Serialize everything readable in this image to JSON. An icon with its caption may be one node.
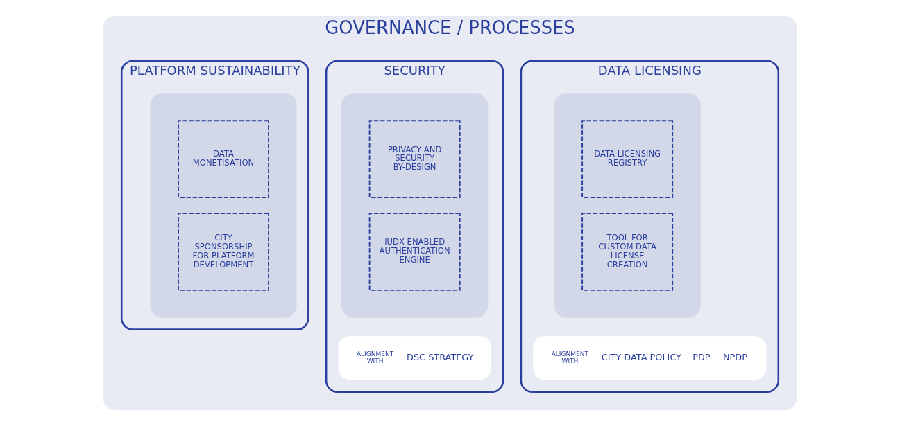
{
  "diagram": {
    "nodes": [
      {
        "text": [
          "GOVERNANCE / PROCESSES"
        ]
      },
      {
        "text": [
          "DATA LICENSING"
        ],
        "in": 0
      },
      {
        "text": [],
        "shape": "box",
        "in": 1
      },
      {
        "text": [
          "DATA LICENSING REGISTRY"
        ],
        "in": 2
      },
      {
        "text": [
          "TOOL FOR CUSTOM DATA LICENSE CREATION"
        ],
        "in": 2
      },
      {
        "text": [
          "ALIGNMENT WITH",
          "CITY DATA POLICY",
          "PDP",
          "NPDP"
        ],
        "in": 1
      },
      {
        "text": [
          "SECURITY"
        ],
        "in": 0
      },
      {
        "text": [],
        "shape": "box",
        "in": 6
      },
      {
        "text": [
          "PRIVACY AND SECURITY BY-DESIGN"
        ],
        "in": 7
      },
      {
        "text": [
          "IUDX ENABLED AUTHENTICATION ENGINE"
        ],
        "in": 7
      },
      {
        "text": [
          "ALIGNMENT WITH",
          "DSC STRATEGY"
        ],
        "in": 6
      },
      {
        "text": [
          "PLATFORM SUSTAINABILITY"
        ],
        "in": 0
      },
      {
        "text": [],
        "shape": "box",
        "in": 11
      },
      {
        "text": [
          "DATA MONETISATION"
        ],
        "in": 12
      },
      {
        "text": [
          "CITY SPONSORSHIP FOR PLATFORM DEVELOPMENT"
        ],
        "in": 12
      }
    ],
    "edges": []
  }
}
